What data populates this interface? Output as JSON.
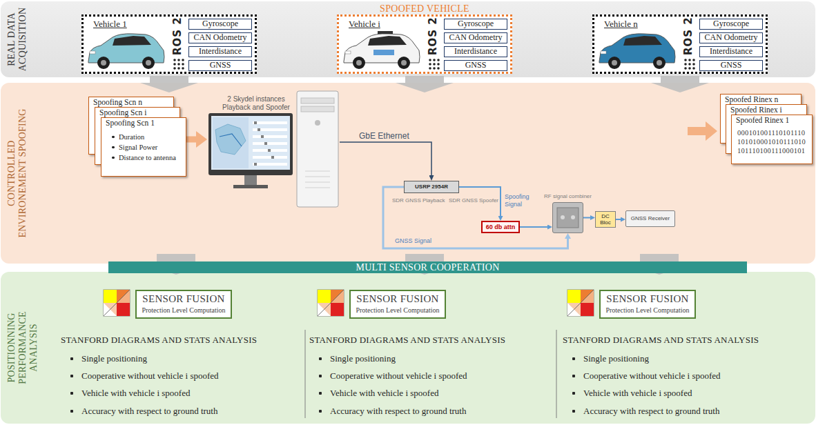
{
  "diagram": {
    "nodes": [
      {
        "text": [
          "REAL DATA ACQUISITION"
        ]
      },
      {
        "text": [
          "Vehicle 1"
        ],
        "in": 0
      },
      {
        "text": [
          "Gyroscope"
        ],
        "in": 1
      },
      {
        "text": [
          "CAN Odometry"
        ],
        "in": 1
      },
      {
        "text": [
          "Interdistance"
        ],
        "in": 1
      },
      {
        "text": [
          "GNSS"
        ],
        "in": 1
      },
      {
        "text": [
          "SPOOFED VEHICLE",
          "Vehicle i"
        ],
        "in": 0
      },
      {
        "text": [
          "Gyroscope"
        ],
        "in": 6
      },
      {
        "text": [
          "CAN Odometry"
        ],
        "in": 6
      },
      {
        "text": [
          "Interdistance"
        ],
        "in": 6
      },
      {
        "text": [
          "GNSS"
        ],
        "in": 6
      },
      {
        "text": [
          "Vehicle n"
        ],
        "in": 0
      },
      {
        "text": [
          "Gyroscope"
        ],
        "in": 11
      },
      {
        "text": [
          "CAN Odometry"
        ],
        "in": 11
      },
      {
        "text": [
          "Interdistance"
        ],
        "in": 11
      },
      {
        "text": [
          "GNSS"
        ],
        "in": 11
      },
      {
        "text": [
          "CONTROLLED ENVIRONEMENT SPOOFING"
        ]
      },
      {
        "text": [
          "Spoofing Scn n"
        ],
        "in": 16
      },
      {
        "text": [
          "Spoofing Scn i"
        ],
        "in": 16
      },
      {
        "text": [
          "Spoofing Scn 1",
          "Duration",
          "Signal Power",
          "Distance to antenna"
        ],
        "in": 16
      },
      {
        "text": [
          "2 Skydel instances Playback and Spoofer"
        ],
        "in": 16
      },
      {
        "text": [
          "USRP 2954R"
        ],
        "in": 16
      },
      {
        "text": [
          "60 db attn"
        ],
        "in": 16
      },
      {
        "text": [
          "RF signal combiner"
        ],
        "in": 16
      },
      {
        "text": [
          "DC Bloc"
        ],
        "in": 16
      },
      {
        "text": [
          "GNSS Receiver"
        ],
        "in": 16
      },
      {
        "text": [
          "Spoofed Rinex n"
        ],
        "in": 16
      },
      {
        "text": [
          "Spoofed Rinex i"
        ],
        "in": 16
      },
      {
        "text": [
          "Spoofed Rinex 1",
          "000101001110101110",
          "101010001010111010",
          "101110100111000101"
        ],
        "in": 16
      },
      {
        "text": [
          "MULTI SENSOR COOPERATION"
        ]
      },
      {
        "text": [
          "POSITIONNING PERFORMANCE ANALYSIS"
        ]
      },
      {
        "text": [
          "SENSOR FUSION",
          "Protection Level Computation"
        ],
        "in": 30
      },
      {
        "text": [
          "SENSOR FUSION",
          "Protection Level Computation"
        ],
        "in": 30
      },
      {
        "text": [
          "SENSOR FUSION",
          "Protection Level Computation"
        ],
        "in": 30
      }
    ],
    "edges": [
      {
        "from": 19,
        "to": 20,
        "arrow": "to"
      },
      {
        "from": 20,
        "to": 21,
        "label": "GbE Ethernet",
        "arrow": "to"
      },
      {
        "from": 21,
        "to": 22,
        "label": "Spoofing Signal",
        "arrow": "to"
      },
      {
        "from": 22,
        "to": 23,
        "arrow": "to"
      },
      {
        "from": 21,
        "to": 23,
        "label": "GNSS Signal",
        "arrow": "to"
      },
      {
        "from": 23,
        "to": 24,
        "arrow": "to"
      },
      {
        "from": 24,
        "to": 25,
        "arrow": "to"
      }
    ],
    "labels": [
      "ROS 2",
      "ROS 2",
      "ROS 2",
      "SDR GNSS Playback",
      "SDR GNSS Spoofer",
      "STANFORD DIAGRAMS AND STATS ANALYSIS",
      "Single positioning",
      "Cooperative without vehicle i spoofed",
      "Vehicle with vehicle i spoofed",
      "Accuracy with respect to ground truth",
      "STANFORD DIAGRAMS AND STATS ANALYSIS",
      "Single positioning",
      "Cooperative without vehicle i spoofed",
      "Vehicle with vehicle i spoofed",
      "Accuracy with respect to ground truth",
      "STANFORD DIAGRAMS AND STATS ANALYSIS",
      "Single positioning",
      "Cooperative without vehicle i spoofed",
      "Vehicle with vehicle i spoofed",
      "Accuracy with respect to ground truth"
    ]
  }
}
